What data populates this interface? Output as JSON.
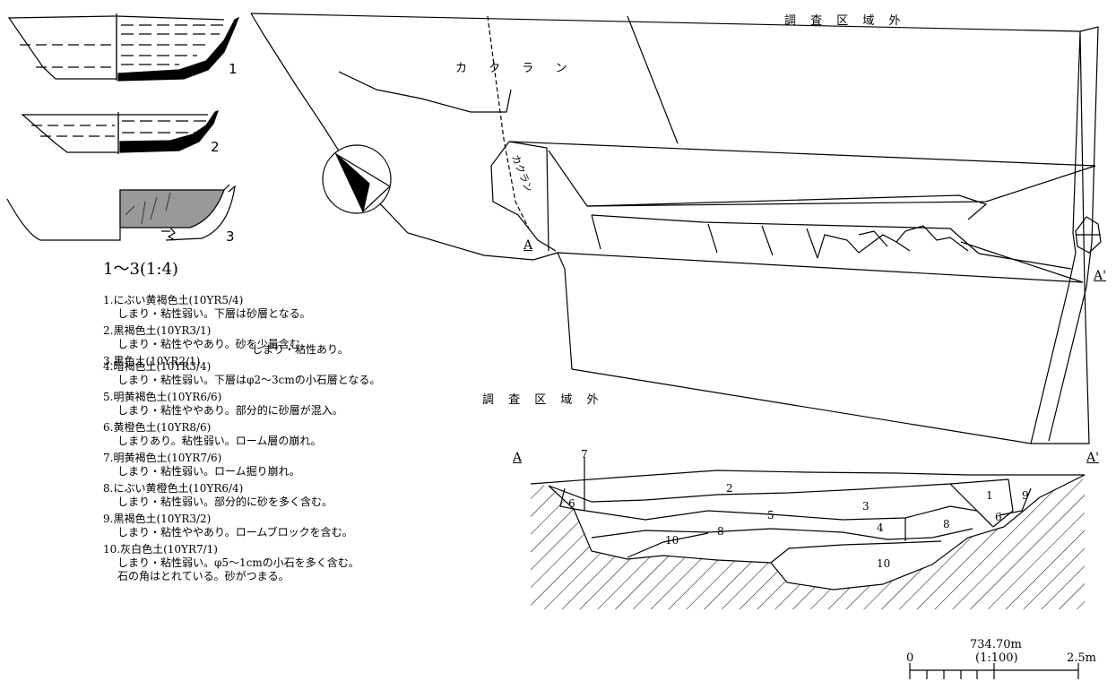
{
  "pottery": {
    "labels": [
      "1",
      "2",
      "3"
    ],
    "scale_label": "1〜3(1:4)"
  },
  "plan": {
    "outside_top": "調 査 区 域 外",
    "outside_bottom": "調 査 区 域 外",
    "disturbance_h": "カ ク ラ ン",
    "disturbance_v": "カクラン",
    "point_a": "A",
    "point_a_prime": "A'"
  },
  "section": {
    "point_a": "A",
    "point_a_prime": "A'",
    "layer_labels": [
      "7",
      "2",
      "1",
      "9",
      "6",
      "3",
      "5",
      "4",
      "8",
      "10",
      "8",
      "6",
      "10"
    ]
  },
  "legend": [
    {
      "title": "1.にぶい黄褐色土(10YR5/4)",
      "desc": "しまり・粘性弱い。下層は砂層となる。"
    },
    {
      "title": "2.黒褐色土(10YR3/1)",
      "desc": "しまり・粘性ややあり。砂を少量含む。"
    },
    {
      "title": "3.黒色土(10YR2/1)",
      "desc": "しまり・粘性あり。"
    },
    {
      "title": "4.暗褐色土(10YR3/4)",
      "desc": "しまり・粘性弱い。下層はφ2〜3cmの小石層となる。"
    },
    {
      "title": "5.明黄褐色土(10YR6/6)",
      "desc": "しまり・粘性ややあり。部分的に砂層が混入。"
    },
    {
      "title": "6.黄橙色土(10YR8/6)",
      "desc": "しまりあり。粘性弱い。ローム層の崩れ。"
    },
    {
      "title": "7.明黄褐色土(10YR7/6)",
      "desc": "しまり・粘性弱い。ローム掘り崩れ。"
    },
    {
      "title": "8.にぶい黄橙色土(10YR6/4)",
      "desc": "しまり・粘性弱い。部分的に砂を多く含む。"
    },
    {
      "title": "9.黒褐色土(10YR3/2)",
      "desc": "しまり・粘性ややあり。ロームブロックを含む。"
    },
    {
      "title": "10.灰白色土(10YR7/1)",
      "desc": "しまり・粘性弱い。φ5〜1cmの小石を多く含む。",
      "desc2": "石の角はとれている。砂がつまる。"
    }
  ],
  "scale_bar": {
    "elevation": "734.70m",
    "ratio": "(1:100)",
    "min": "0",
    "max": "2.5m"
  }
}
